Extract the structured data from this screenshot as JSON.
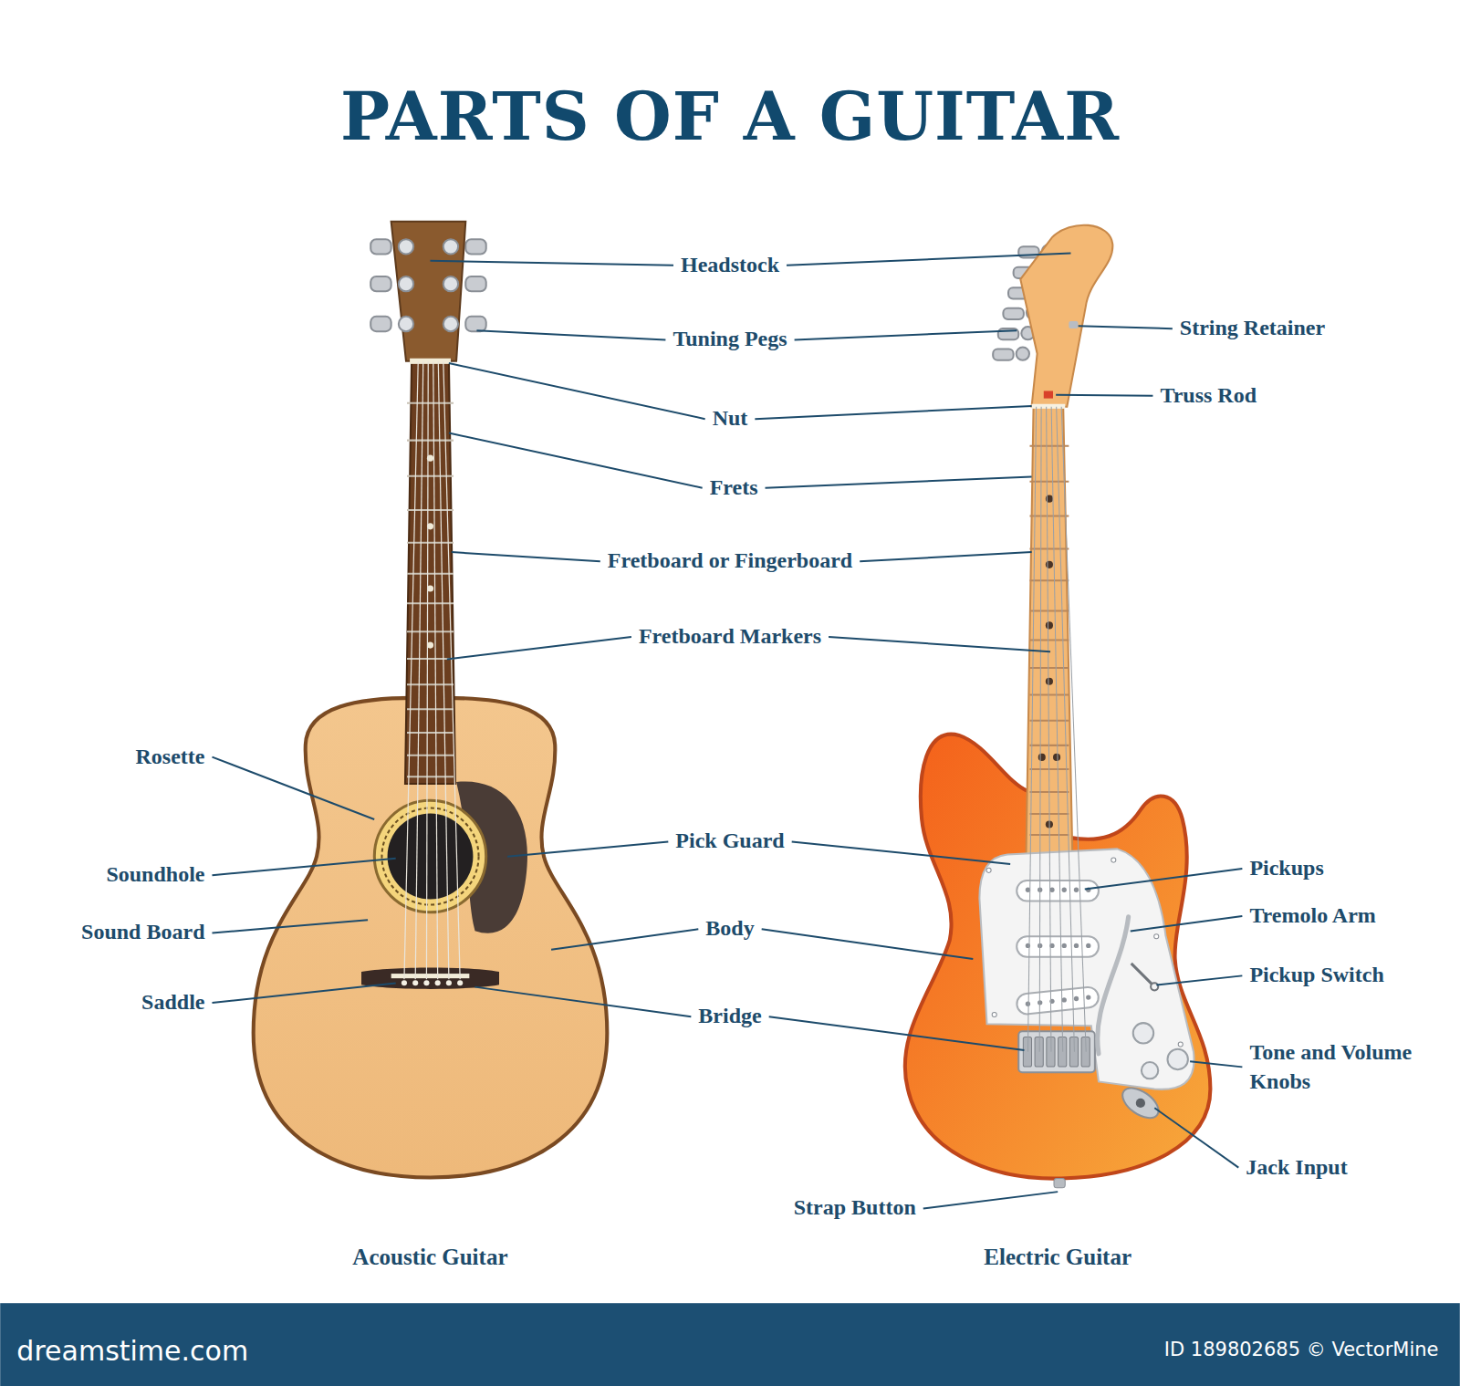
{
  "diagram": {
    "title": "PARTS OF A GUITAR",
    "labels": [
      "Headstock",
      "Tuning Pegs",
      "String Retainer",
      "Truss Rod",
      "Nut",
      "Frets",
      "Fretboard or Fingerboard",
      "Fretboard Markers",
      "Rosette",
      "Pick Guard",
      "Pickups",
      "Tremolo Arm",
      "Soundhole",
      "Body",
      "Sound Board",
      "Pickup Switch",
      "Saddle",
      "Bridge",
      "Tone and Volume Knobs",
      "Jack Input",
      "Strap Button",
      "Acoustic Guitar",
      "Electric Guitar",
      "dreamstime.com",
      "ID 189802685 © VectorMine"
    ]
  }
}
